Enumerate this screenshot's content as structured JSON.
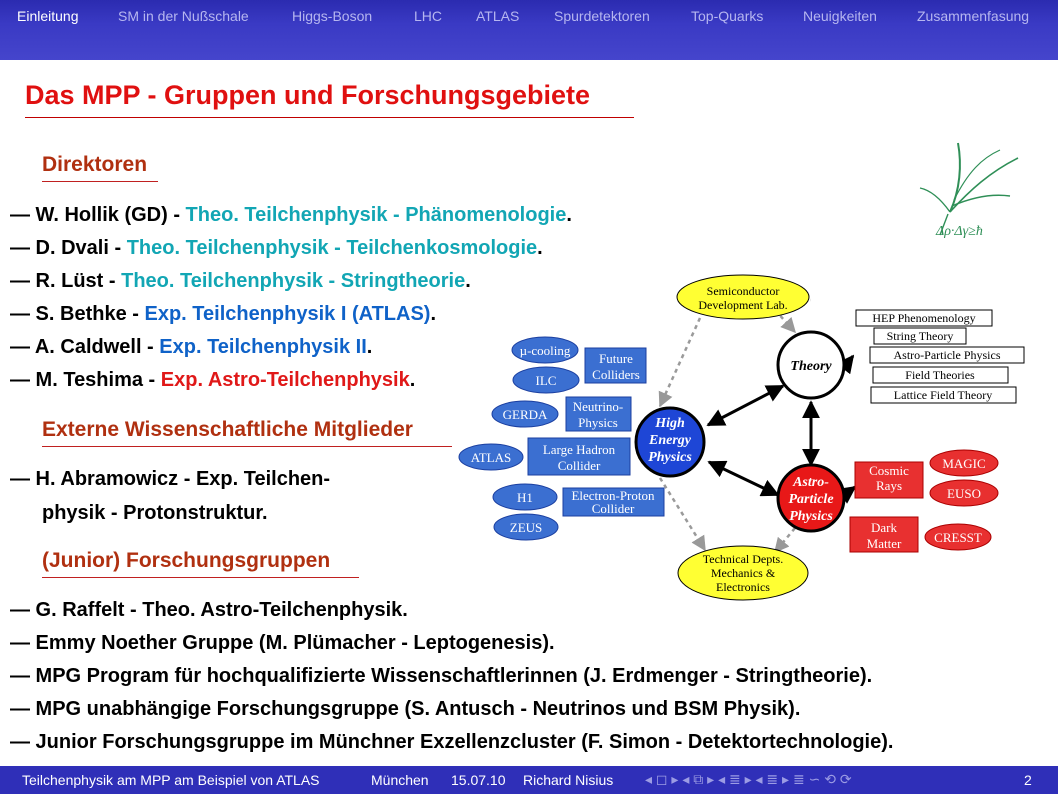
{
  "nav": {
    "items": [
      {
        "label": "Einleitung",
        "active": true
      },
      {
        "label": "SM in der Nußschale"
      },
      {
        "label": "Higgs-Boson"
      },
      {
        "label": "LHC"
      },
      {
        "label": "ATLAS"
      },
      {
        "label": "Spurdetektoren"
      },
      {
        "label": "Top-Quarks"
      },
      {
        "label": "Neuigkeiten"
      },
      {
        "label": "Zusammenfasung"
      }
    ]
  },
  "slide": {
    "title": "Das MPP - Gruppen und Forschungsgebiete",
    "directors_heading": "Direktoren",
    "directors": [
      {
        "prefix": "— W. Hollik (GD) - ",
        "field": "Theo. Teilchenphysik - Phänomenologie",
        "suffix": "."
      },
      {
        "prefix": "— D. Dvali - ",
        "field": "Theo. Teilchenphysik - Teilchenkosmologie",
        "suffix": "."
      },
      {
        "prefix": "— R. Lüst - ",
        "field": "Theo. Teilchenphysik - Stringtheorie",
        "suffix": "."
      },
      {
        "prefix": "— S. Bethke - ",
        "field": "Exp. Teilchenphysik I (ATLAS)",
        "suffix": "."
      },
      {
        "prefix": "— A. Caldwell - ",
        "field": "Exp. Teilchenphysik II",
        "suffix": "."
      },
      {
        "prefix": "— M. Teshima - ",
        "field": "Exp. Astro-Teilchenphysik",
        "suffix": "."
      }
    ],
    "external_heading": "Externe Wissenschaftliche Mitglieder",
    "external_line1": "— H. Abramowicz - Exp. Teilchen-",
    "external_line2": "physik - Protonstruktur.",
    "junior_heading": "(Junior) Forschungsgruppen",
    "junior": [
      "— G. Raffelt - Theo. Astro-Teilchenphysik.",
      "— Emmy Noether Gruppe (M. Plümacher - Leptogenesis).",
      "— MPG Program für hochqualifizierte Wissenschaftlerinnen (J. Erdmenger - Stringtheorie).",
      "— MPG unabhängige Forschungsgruppe (S. Antusch - Neutrinos und BSM Physik).",
      "— Junior Forschungsgruppe im Münchner Exzellenzcluster (F. Simon - Detektortechnologie)."
    ]
  },
  "diagram": {
    "semicon": [
      "Semiconductor",
      "Development Lab."
    ],
    "theory": "Theory",
    "hep": [
      "High",
      "Energy",
      "Physics"
    ],
    "astro": [
      "Astro-",
      "Particle",
      "Physics"
    ],
    "tech": [
      "Technical Depts.",
      "Mechanics &",
      "Electronics"
    ],
    "theory_boxes": [
      "HEP Phenomenology",
      "String Theory",
      "Astro-Particle Physics",
      "Field Theories",
      "Lattice Field Theory"
    ],
    "ellipses": {
      "mucooling": "µ-cooling",
      "ilc": "ILC",
      "gerda": "GERDA",
      "atlas": "ATLAS",
      "h1": "H1",
      "zeus": "ZEUS",
      "magic": "MAGIC",
      "euso": "EUSO",
      "cresst": "CRESST"
    },
    "boxes": {
      "future": [
        "Future",
        "Colliders"
      ],
      "neutrino": [
        "Neutrino-",
        "Physics"
      ],
      "lhc": [
        "Large Hadron",
        "Collider"
      ],
      "ep": [
        "Electron-Proton",
        "Collider"
      ],
      "cosmic": [
        "Cosmic",
        "Rays"
      ],
      "dark": [
        "Dark",
        "Matter"
      ]
    },
    "logo_text": "Δρ·Δγ≥ħ"
  },
  "footer": {
    "talk": "Teilchenphysik am MPP am Beispiel von ATLAS",
    "city": "München",
    "date": "15.07.10",
    "author": "Richard Nisius",
    "nav_symbols": "◂ ◻ ▸ ◂ ⧉ ▸ ◂ ≣ ▸ ◂ ≣ ▸   ≣   ∽ ⟲ ⟳",
    "page": "2"
  },
  "colors": {
    "nav_bg": "#3a3ac4",
    "title": "#e01010",
    "teal": "#12a6b4",
    "blue": "#0f62c8",
    "red": "#e01818",
    "ellipse_blue": "#3b6fd1",
    "box_red": "#e83030",
    "yellow": "#ffff33"
  }
}
